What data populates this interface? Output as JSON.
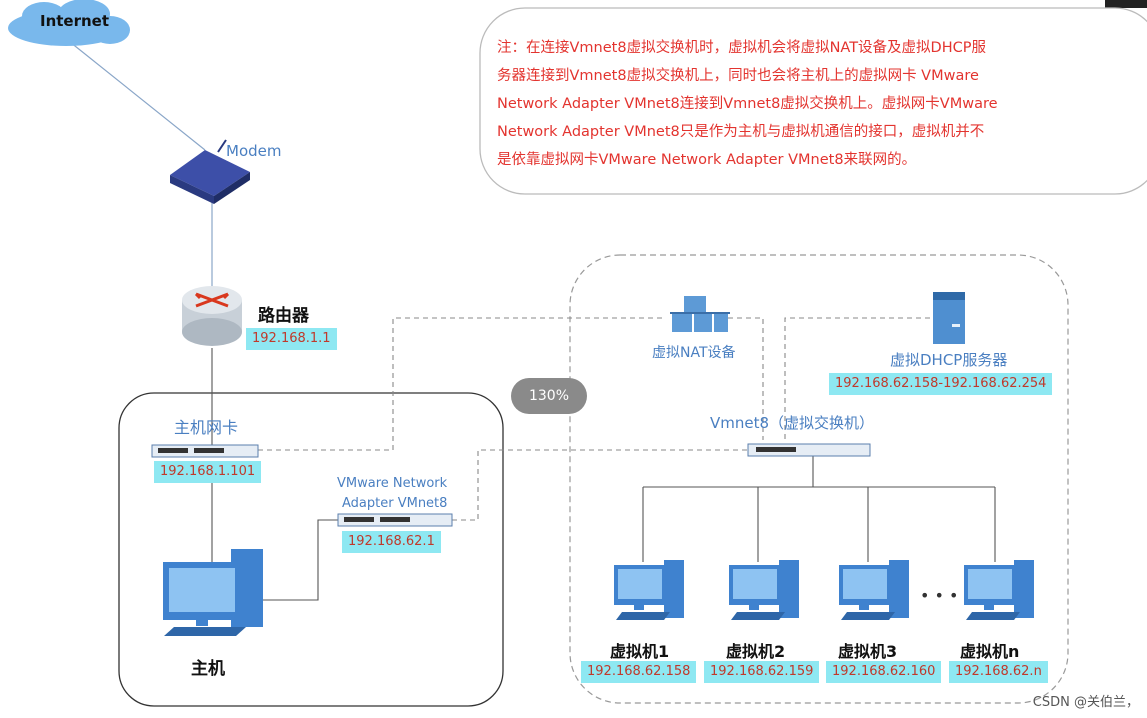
{
  "internet": "Internet",
  "modem": "Modem",
  "router": {
    "label": "路由器",
    "ip": "192.168.1.1"
  },
  "host_nic": {
    "label": "主机网卡",
    "ip": "192.168.1.101"
  },
  "vmnet8_adapter": {
    "label_line1": "VMware Network",
    "label_line2": "Adapter VMnet8",
    "ip": "192.168.62.1"
  },
  "host": {
    "label": "主机"
  },
  "nat_device": {
    "label": "虚拟NAT设备"
  },
  "dhcp_server": {
    "label": "虚拟DHCP服务器",
    "ip_range": "192.168.62.158-192.168.62.254"
  },
  "vswitch": {
    "label": "Vmnet8（虚拟交换机）"
  },
  "vms": [
    {
      "label": "虚拟机1",
      "ip": "192.168.62.158"
    },
    {
      "label": "虚拟机2",
      "ip": "192.168.62.159"
    },
    {
      "label": "虚拟机3",
      "ip": "192.168.62.160"
    },
    {
      "label": "虚拟机n",
      "ip": "192.168.62.n"
    }
  ],
  "ellipsis": "• • •",
  "zoom": "130%",
  "note": {
    "lines": [
      "注：在连接Vmnet8虚拟交换机时，虚拟机会将虚拟NAT设备及虚拟DHCP服",
      "务器连接到Vmnet8虚拟交换机上，同时也会将主机上的虚拟网卡 VMware",
      "Network Adapter VMnet8连接到Vmnet8虚拟交换机上。虚拟网卡VMware",
      "Network Adapter VMnet8只是作为主机与虚拟机通信的接口，虚拟机并不",
      "是依靠虚拟网卡VMware Network Adapter VMnet8来联网的。"
    ]
  },
  "watermark": "CSDN @关伯兰，"
}
